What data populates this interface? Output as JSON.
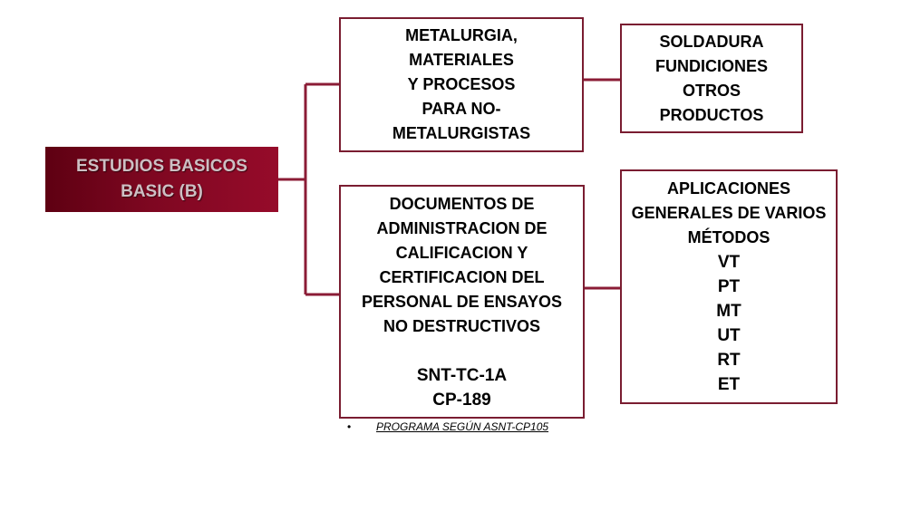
{
  "colors": {
    "root_fill": "#7e0721",
    "root_text": "#cdbfc3",
    "box_border": "#7a1d31",
    "connector": "#8b1c36"
  },
  "root": {
    "lines": [
      "ESTUDIOS BASICOS",
      "BASIC (B)"
    ]
  },
  "metalurgia": {
    "lines": [
      "METALURGIA,",
      "MATERIALES",
      "Y PROCESOS",
      "PARA NO-",
      "METALURGISTAS"
    ]
  },
  "soldadura": {
    "lines": [
      "SOLDADURA",
      "FUNDICIONES",
      "OTROS",
      "PRODUCTOS"
    ]
  },
  "documentos": {
    "lines": [
      "DOCUMENTOS DE",
      "ADMINISTRACION DE",
      "CALIFICACION Y",
      "CERTIFICACION DEL",
      "PERSONAL DE ENSAYOS",
      "NO DESTRUCTIVOS"
    ],
    "codes": [
      "SNT-TC-1A",
      "CP-189"
    ]
  },
  "aplicaciones": {
    "lines": [
      "APLICACIONES",
      "GENERALES DE VARIOS",
      "MÉTODOS"
    ],
    "methods": [
      "VT",
      "PT",
      "MT",
      "UT",
      "RT",
      "ET"
    ]
  },
  "footnote": {
    "bullet": "•",
    "text": "PROGRAMA SEGÚN ASNT-CP105"
  }
}
